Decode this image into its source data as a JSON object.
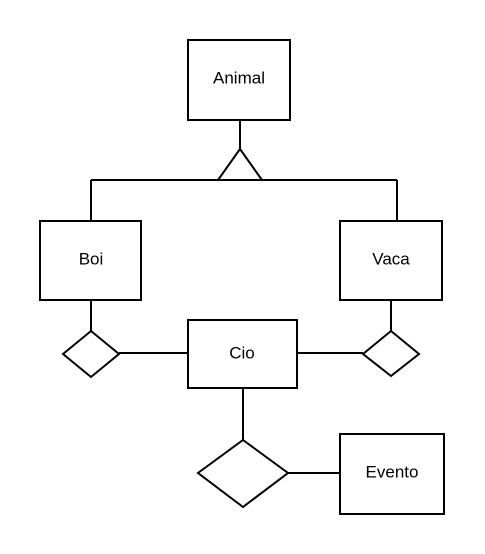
{
  "diagram": {
    "type": "er-diagram",
    "entities": {
      "animal": "Animal",
      "boi": "Boi",
      "vaca": "Vaca",
      "cio": "Cio",
      "evento": "Evento"
    },
    "relationships": [
      {
        "from": "animal",
        "to": "boi",
        "kind": "generalization"
      },
      {
        "from": "animal",
        "to": "vaca",
        "kind": "generalization"
      },
      {
        "from": "boi",
        "to": "cio",
        "kind": "relationship-diamond"
      },
      {
        "from": "vaca",
        "to": "cio",
        "kind": "relationship-diamond"
      },
      {
        "from": "cio",
        "to": "evento",
        "kind": "relationship-diamond"
      }
    ],
    "colors": {
      "stroke": "#000000",
      "fill": "#ffffff"
    }
  }
}
